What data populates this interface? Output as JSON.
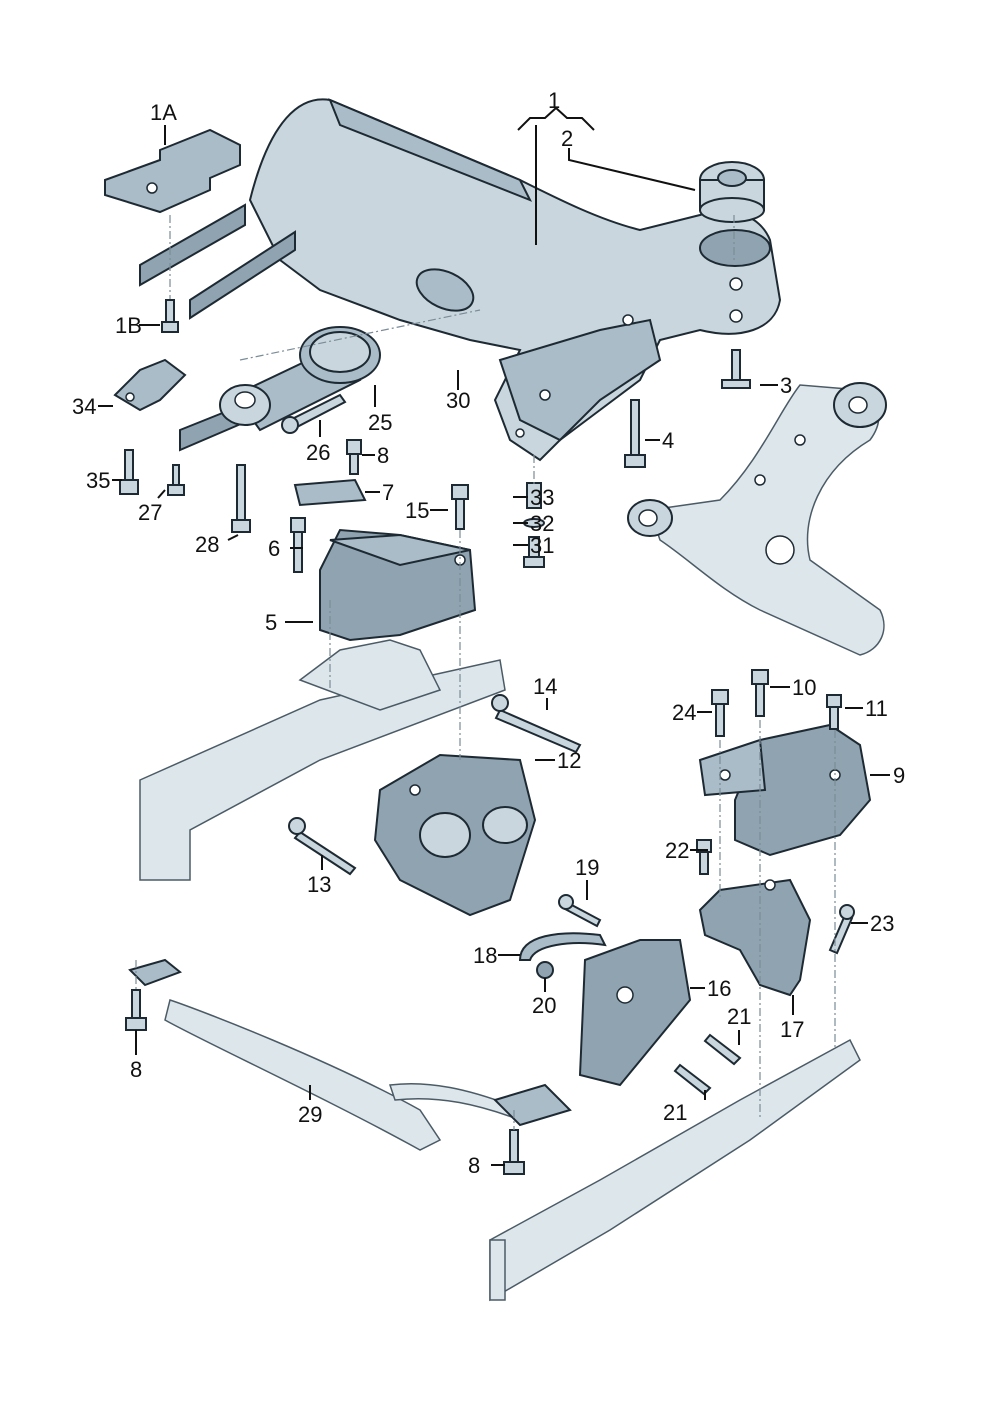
{
  "diagram": {
    "title": "Subframe and engine/gearbox mounting - exploded parts view",
    "callouts": [
      {
        "id": "c1",
        "label": "1"
      },
      {
        "id": "c2",
        "label": "2"
      },
      {
        "id": "c1a",
        "label": "1A"
      },
      {
        "id": "c1b",
        "label": "1B"
      },
      {
        "id": "c3",
        "label": "3"
      },
      {
        "id": "c4",
        "label": "4"
      },
      {
        "id": "c5",
        "label": "5"
      },
      {
        "id": "c6",
        "label": "6"
      },
      {
        "id": "c7",
        "label": "7"
      },
      {
        "id": "c8a",
        "label": "8"
      },
      {
        "id": "c8b",
        "label": "8"
      },
      {
        "id": "c8c",
        "label": "8"
      },
      {
        "id": "c9",
        "label": "9"
      },
      {
        "id": "c10",
        "label": "10"
      },
      {
        "id": "c11",
        "label": "11"
      },
      {
        "id": "c12",
        "label": "12"
      },
      {
        "id": "c13",
        "label": "13"
      },
      {
        "id": "c14",
        "label": "14"
      },
      {
        "id": "c15",
        "label": "15"
      },
      {
        "id": "c16",
        "label": "16"
      },
      {
        "id": "c17",
        "label": "17"
      },
      {
        "id": "c18",
        "label": "18"
      },
      {
        "id": "c19",
        "label": "19"
      },
      {
        "id": "c20",
        "label": "20"
      },
      {
        "id": "c21a",
        "label": "21"
      },
      {
        "id": "c21b",
        "label": "21"
      },
      {
        "id": "c22",
        "label": "22"
      },
      {
        "id": "c23",
        "label": "23"
      },
      {
        "id": "c24",
        "label": "24"
      },
      {
        "id": "c25",
        "label": "25"
      },
      {
        "id": "c26",
        "label": "26"
      },
      {
        "id": "c27",
        "label": "27"
      },
      {
        "id": "c28",
        "label": "28"
      },
      {
        "id": "c29",
        "label": "29"
      },
      {
        "id": "c30",
        "label": "30"
      },
      {
        "id": "c31",
        "label": "31"
      },
      {
        "id": "c32",
        "label": "32"
      },
      {
        "id": "c33",
        "label": "33"
      },
      {
        "id": "c34",
        "label": "34"
      },
      {
        "id": "c35",
        "label": "35"
      }
    ]
  }
}
